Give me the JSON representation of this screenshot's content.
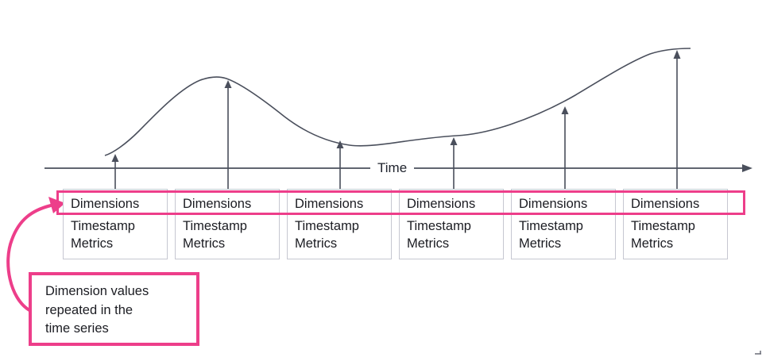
{
  "diagram": {
    "axis_label": "Time",
    "records": [
      {
        "dimensions": "Dimensions",
        "timestamp": "Timestamp",
        "metrics": "Metrics"
      },
      {
        "dimensions": "Dimensions",
        "timestamp": "Timestamp",
        "metrics": "Metrics"
      },
      {
        "dimensions": "Dimensions",
        "timestamp": "Timestamp",
        "metrics": "Metrics"
      },
      {
        "dimensions": "Dimensions",
        "timestamp": "Timestamp",
        "metrics": "Metrics"
      },
      {
        "dimensions": "Dimensions",
        "timestamp": "Timestamp",
        "metrics": "Metrics"
      },
      {
        "dimensions": "Dimensions",
        "timestamp": "Timestamp",
        "metrics": "Metrics"
      }
    ],
    "callout": {
      "lines": [
        "Dimension values",
        "repeated in the",
        "time series"
      ]
    }
  },
  "colors": {
    "ink": "#4a4f5c",
    "pink": "#ed3e8a",
    "box_border": "#c6c7d1",
    "text": "#1b1c22",
    "background": "#ffffff"
  }
}
